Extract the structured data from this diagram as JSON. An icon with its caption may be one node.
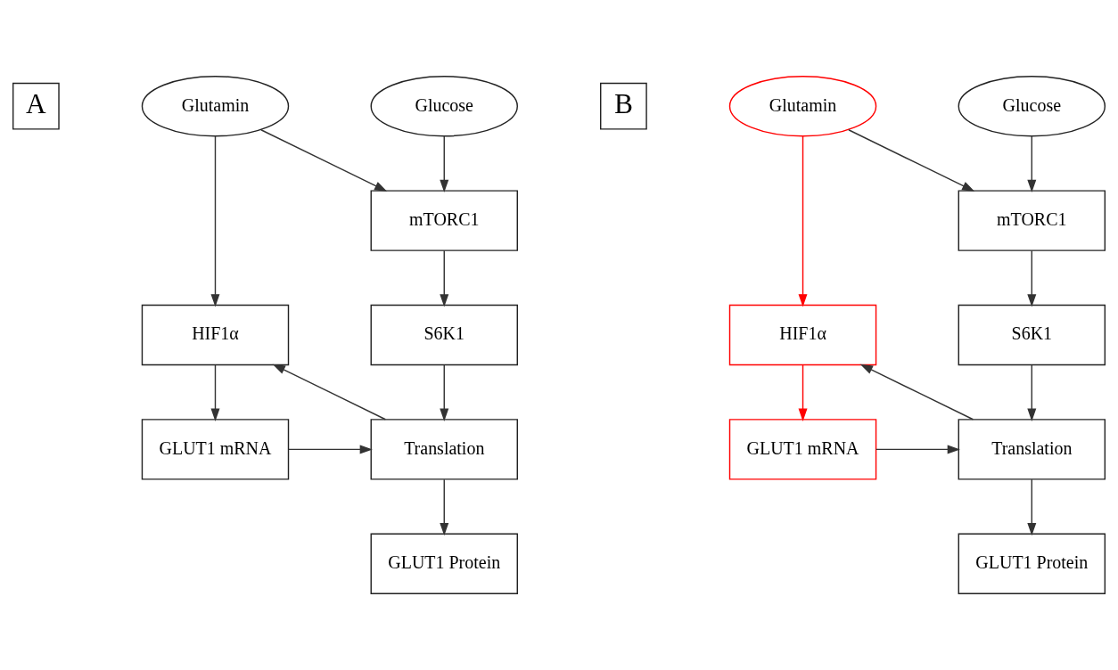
{
  "diagram": {
    "nodes": [
      {
        "text": [
          "A"
        ]
      },
      {
        "text": [
          "Glutamin"
        ]
      },
      {
        "text": [
          "Glucose"
        ]
      },
      {
        "text": [
          "mTORC1"
        ]
      },
      {
        "text": [
          "HIF1α"
        ]
      },
      {
        "text": [
          "S6K1"
        ]
      },
      {
        "text": [
          "GLUT1 mRNA"
        ]
      },
      {
        "text": [
          "Translation"
        ]
      },
      {
        "text": [
          "GLUT1 Protein"
        ]
      },
      {
        "text": [
          "B"
        ]
      },
      {
        "text": [
          "Glutamin"
        ]
      },
      {
        "text": [
          "Glucose"
        ]
      },
      {
        "text": [
          "mTORC1"
        ]
      },
      {
        "text": [
          "HIF1α"
        ]
      },
      {
        "text": [
          "S6K1"
        ]
      },
      {
        "text": [
          "GLUT1 mRNA"
        ]
      },
      {
        "text": [
          "Translation"
        ]
      },
      {
        "text": [
          "GLUT1 Protein"
        ]
      }
    ],
    "edges": [
      {
        "from": 1,
        "to": 4,
        "arrow": "to"
      },
      {
        "from": 1,
        "to": 3,
        "arrow": "to"
      },
      {
        "from": 2,
        "to": 3,
        "arrow": "to"
      },
      {
        "from": 3,
        "to": 5,
        "arrow": "to"
      },
      {
        "from": 4,
        "to": 6,
        "arrow": "to"
      },
      {
        "from": 5,
        "to": 7,
        "arrow": "to"
      },
      {
        "from": 6,
        "to": 7,
        "arrow": "to"
      },
      {
        "from": 7,
        "to": 4,
        "arrow": "to"
      },
      {
        "from": 7,
        "to": 8,
        "arrow": "to"
      },
      {
        "from": 10,
        "to": 13,
        "arrow": "to",
        "color": "#ff0000"
      },
      {
        "from": 10,
        "to": 12,
        "arrow": "to"
      },
      {
        "from": 11,
        "to": 12,
        "arrow": "to"
      },
      {
        "from": 12,
        "to": 14,
        "arrow": "to"
      },
      {
        "from": 13,
        "to": 15,
        "arrow": "to",
        "color": "#ff0000"
      },
      {
        "from": 14,
        "to": 16,
        "arrow": "to"
      },
      {
        "from": 15,
        "to": 16,
        "arrow": "to"
      },
      {
        "from": 16,
        "to": 13,
        "arrow": "to"
      },
      {
        "from": 16,
        "to": 17,
        "arrow": "to"
      }
    ]
  }
}
